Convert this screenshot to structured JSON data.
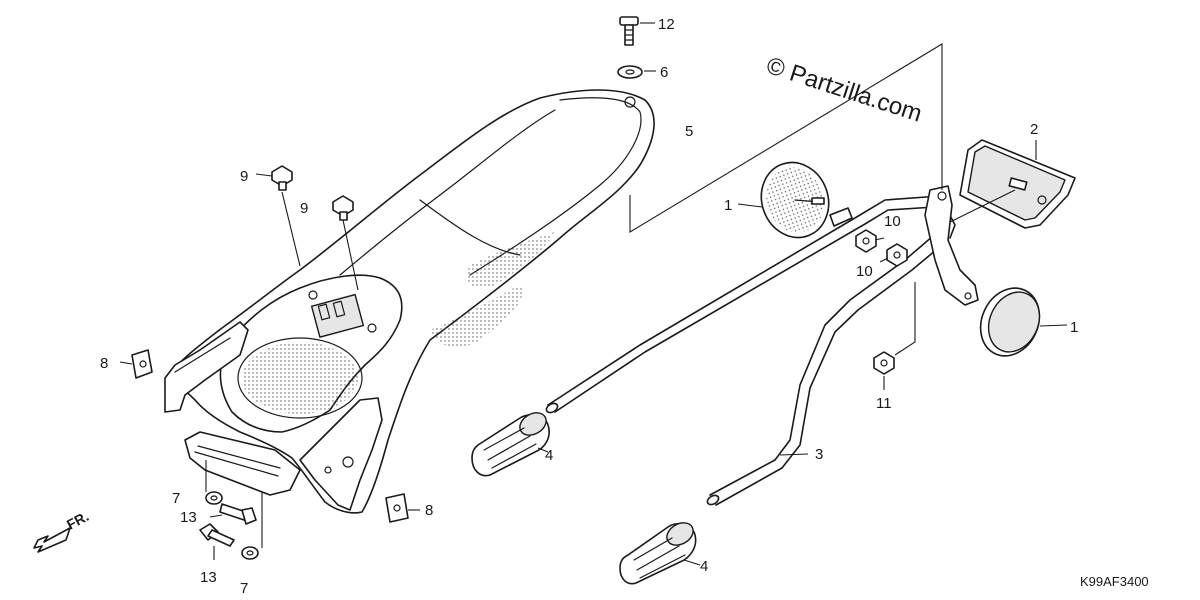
{
  "watermark": "© Partzilla.com",
  "diagram_code": "K99AF3400",
  "direction_label": "FR.",
  "callouts": {
    "c12": "12",
    "c6": "6",
    "c5": "5",
    "c2": "2",
    "c1_top": "1",
    "c1_right": "1",
    "c10_a": "10",
    "c10_b": "10",
    "c11": "11",
    "c9_a": "9",
    "c9_b": "9",
    "c8_left": "8",
    "c8_right": "8",
    "c4_a": "4",
    "c4_b": "4",
    "c3": "3",
    "c7_a": "7",
    "c7_b": "7",
    "c13_a": "13",
    "c13_b": "13"
  },
  "icons": {
    "direction": "arrow-down-left-icon"
  }
}
